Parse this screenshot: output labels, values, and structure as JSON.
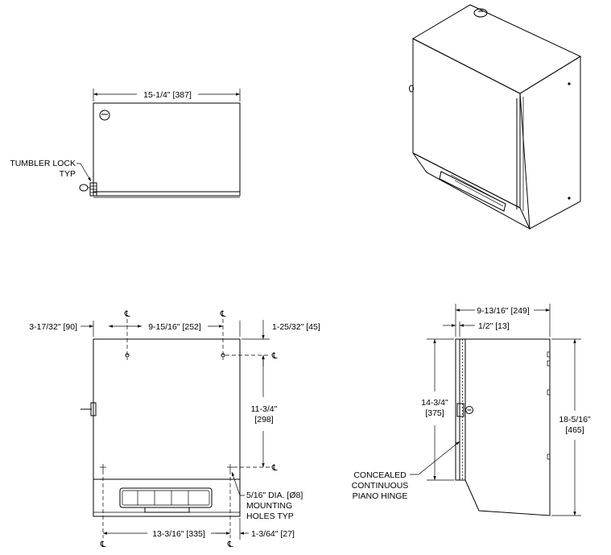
{
  "top_view": {
    "width_dim": "15-1/4\" [387]",
    "lock_label_1": "TUMBLER LOCK",
    "lock_label_2": "TYP"
  },
  "front_view": {
    "left_offset_dim": "3-17/32\" [90]",
    "hole_spacing_dim": "9-15/16\" [252]",
    "top_offset_dim": "1-25/32\" [45]",
    "vertical_spacing_dim_1": "11-3/4\"",
    "vertical_spacing_dim_2": "[298]",
    "hole_label_1": "5/16\" DIA. [Ø8]",
    "hole_label_2": "MOUNTING",
    "hole_label_3": "HOLES TYP",
    "bottom_spacing_dim": "13-3/16\" [335]",
    "bottom_right_dim": "1-3/64\" [27]",
    "centerline_symbol": "℄"
  },
  "side_view": {
    "depth_dim": "9-13/16\" [249]",
    "hinge_offset_dim": "1/2\" [13]",
    "hinge_height_dim_1": "14-3/4\"",
    "hinge_height_dim_2": "[375]",
    "overall_height_dim_1": "18-5/16\"",
    "overall_height_dim_2": "[465]",
    "hinge_label_1": "CONCEALED",
    "hinge_label_2": "CONTINUOUS",
    "hinge_label_3": "PIANO HINGE"
  }
}
